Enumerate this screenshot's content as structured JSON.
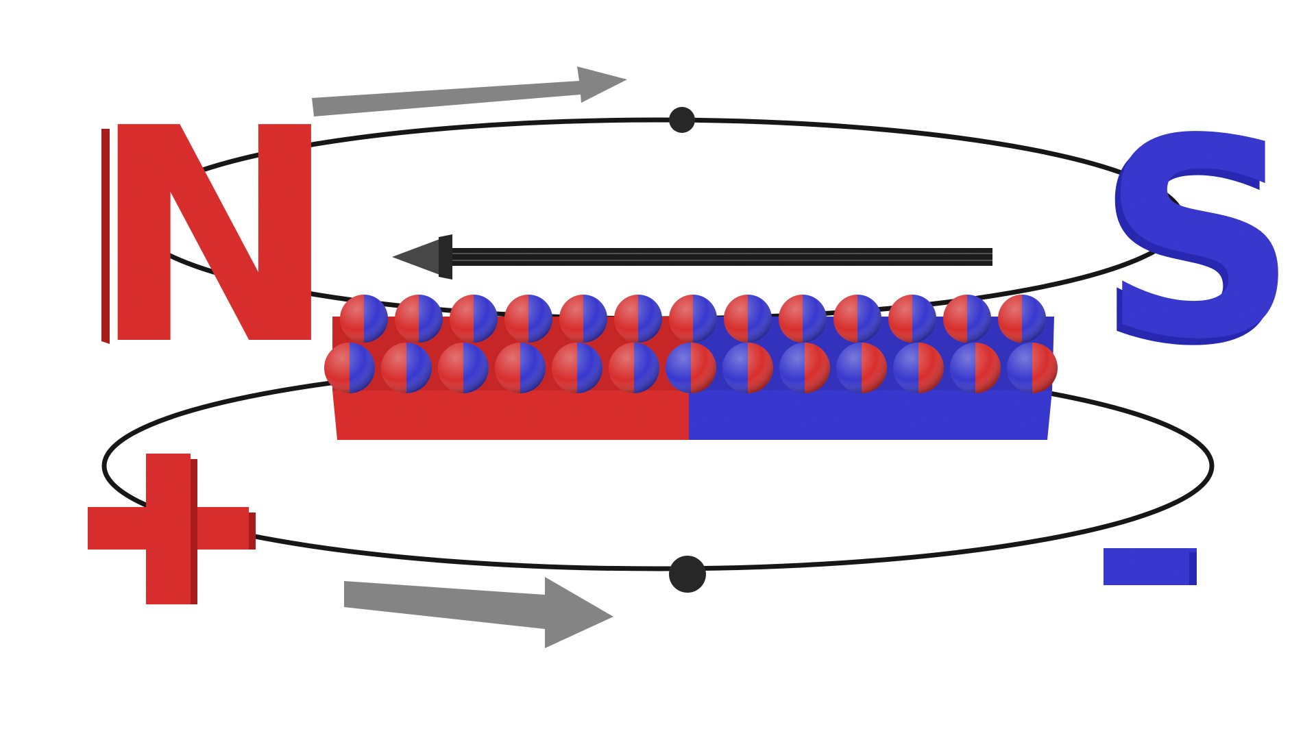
{
  "labels": {
    "north": "N",
    "south": "S",
    "positive": "+",
    "negative": "-"
  },
  "colors": {
    "north": "#e0302f",
    "south": "#3a3ad6",
    "arrow_gray": "#8a8a8a",
    "orbit": "#1a1a1a",
    "background": "#ffffff"
  },
  "particles": {
    "rows": 2,
    "per_row": 13
  },
  "icons": [
    "current-arrow-top-icon",
    "field-arrow-icon",
    "current-arrow-bottom-icon",
    "electron-dot-icon"
  ]
}
